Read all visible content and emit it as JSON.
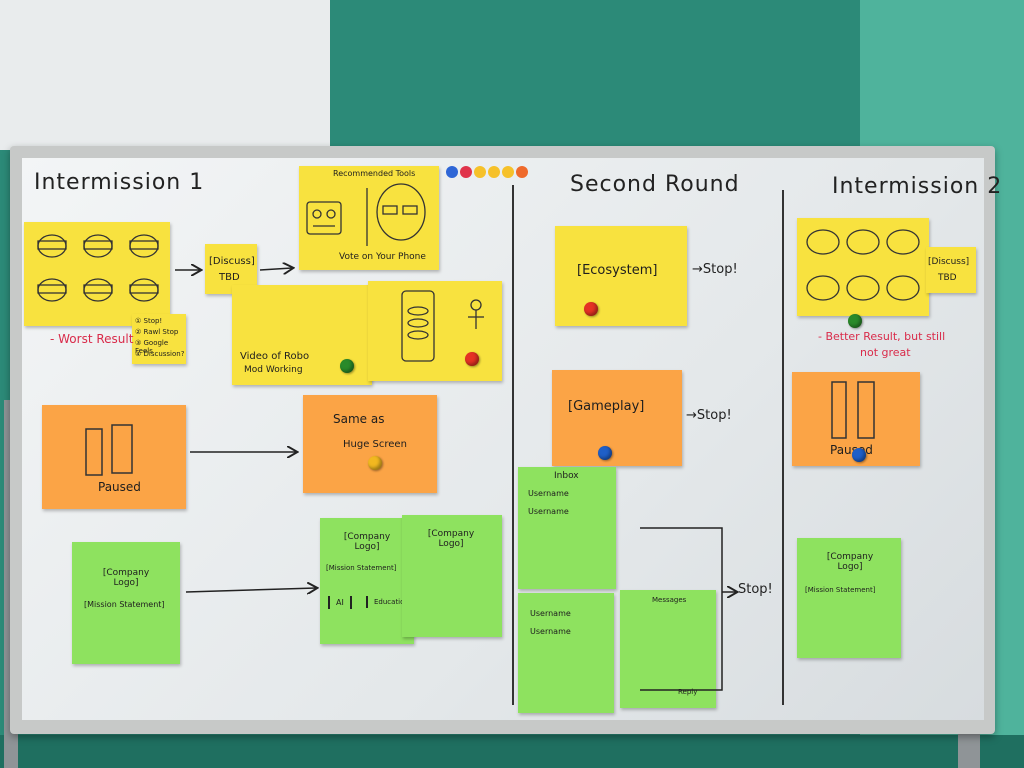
{
  "headings": {
    "intermission1": "Intermission 1",
    "second_round": "Second Round",
    "intermission2": "Intermission 2"
  },
  "notes": {
    "avatars_legend": [
      "① Stop!",
      "② Rawl Stop",
      "③ Google Feels",
      "④ Discussion?"
    ],
    "discuss_tbd_1": [
      "[Discuss]",
      "TBD"
    ],
    "recommended_tools": "Recommended Tools",
    "vote": "Vote on Your Phone",
    "video": [
      "Video of Robo",
      "Mod Working"
    ],
    "paused_1": "Paused",
    "same_as": [
      "Same as",
      "Huge Screen"
    ],
    "company_logo": "[Company Logo]",
    "mission": "[Mission Statement]",
    "ai": "AI",
    "education": "Education",
    "ecosystem": "[Ecosystem]",
    "gameplay": "[Gameplay]",
    "inbox": "Inbox",
    "username": "Username",
    "messages": "Messages",
    "reply": "Reply",
    "discuss_tbd_2": [
      "[Discuss]",
      "TBD"
    ],
    "paused_2": "Paused"
  },
  "annotations": {
    "worst_result": "- Worst Result",
    "better_result": [
      "- Better Result, but still",
      "not great"
    ],
    "stop1": "→Stop!",
    "stop2": "→Stop!",
    "stop3": "Stop!"
  }
}
